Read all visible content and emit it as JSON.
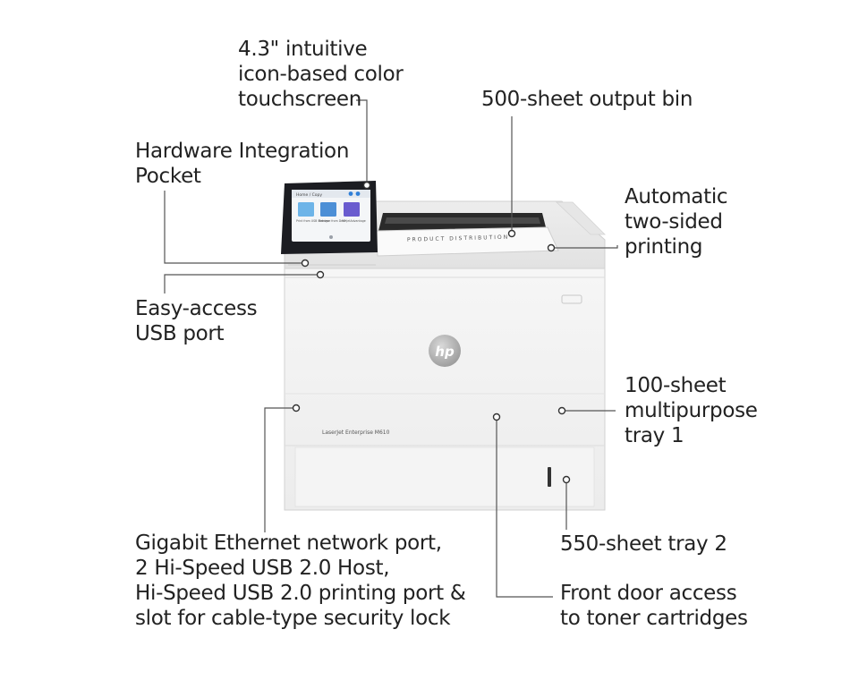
{
  "diagram": {
    "callouts": [
      {
        "id": "touchscreen",
        "lines": [
          "4.3\" intuitive",
          "icon-based color",
          "touchscreen"
        ]
      },
      {
        "id": "output-bin",
        "lines": [
          "500-sheet output bin"
        ]
      },
      {
        "id": "hip",
        "lines": [
          "Hardware Integration",
          "Pocket"
        ]
      },
      {
        "id": "duplex",
        "lines": [
          "Automatic",
          "two-sided",
          "printing"
        ]
      },
      {
        "id": "usb",
        "lines": [
          "Easy-access",
          "USB port"
        ]
      },
      {
        "id": "mp-tray",
        "lines": [
          "100-sheet",
          "multipurpose",
          "tray 1"
        ]
      },
      {
        "id": "ports",
        "lines": [
          "Gigabit Ethernet network port,",
          "2 Hi-Speed USB 2.0 Host,",
          "Hi-Speed USB 2.0 printing port &",
          "slot for cable-type security lock"
        ]
      },
      {
        "id": "tray2",
        "lines": [
          "550-sheet tray 2"
        ]
      },
      {
        "id": "front-door",
        "lines": [
          "Front door access",
          "to toner cartridges"
        ]
      }
    ],
    "printer": {
      "model_label": "LaserJet Enterprise M610",
      "brand": "hp",
      "bin_text": "PRODUCT DISTRIBUTION",
      "screen_title": "Home / Copy",
      "screen_tiles": [
        "Print from USB Storage",
        "Retrieve from Drive",
        "HP JetAdvantage"
      ]
    },
    "colors": {
      "leader": "#555555",
      "body": "#f1f1f1",
      "body_edge": "#d6d6d6",
      "screen_bezel": "#1c1d22"
    }
  }
}
